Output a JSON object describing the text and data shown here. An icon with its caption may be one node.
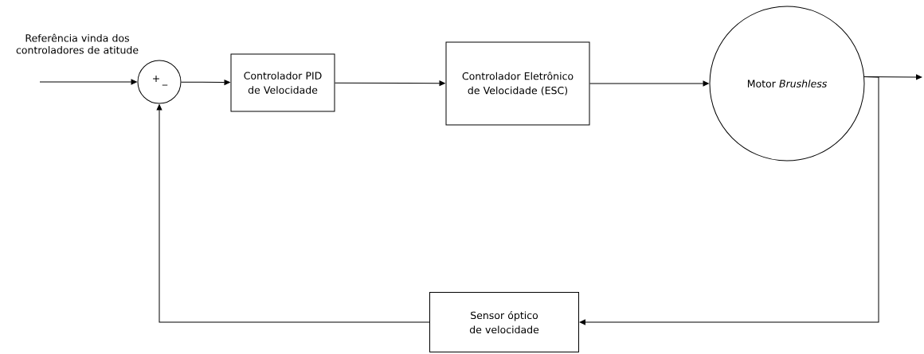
{
  "diagram": {
    "nodes": [
      {
        "text": [
          "+",
          "_"
        ]
      },
      {
        "text": [
          "Controlador PID de Velocidade"
        ]
      },
      {
        "text": [
          "Controlador Eletrônico de Velocidade (ESC)"
        ]
      },
      {
        "text": [
          "Motor *Brushless*"
        ]
      },
      {
        "text": [
          "Sensor óptico de velocidade"
        ]
      }
    ],
    "edges": [
      {
        "from": null,
        "to": 0,
        "arrow": "to"
      },
      {
        "from": 0,
        "to": 1,
        "arrow": "to"
      },
      {
        "from": 1,
        "to": 2,
        "arrow": "to"
      },
      {
        "from": 2,
        "to": 3,
        "arrow": "to"
      },
      {
        "from": 3,
        "to": null,
        "arrow": "to"
      },
      {
        "from": 3,
        "to": 4,
        "arrow": "to"
      },
      {
        "from": 4,
        "to": 0,
        "arrow": "to"
      }
    ],
    "labels": [
      "Referência vinda dos controladores de atitude"
    ]
  }
}
